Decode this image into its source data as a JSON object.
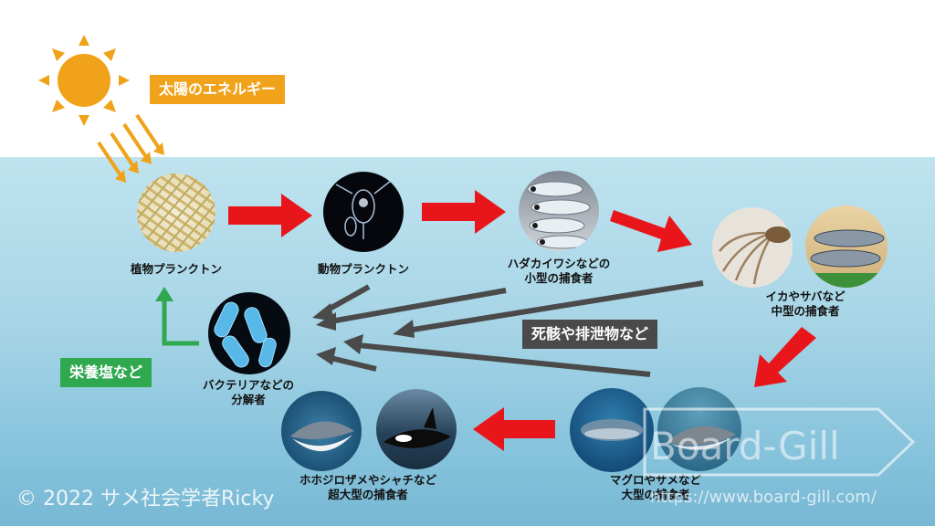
{
  "labels": {
    "sun_energy": "太陽のエネルギー",
    "nutrients": "栄養塩など",
    "remains": "死骸や排泄物など"
  },
  "nodes": [
    {
      "id": "phytoplankton",
      "lines": [
        "植物プランクトン"
      ]
    },
    {
      "id": "zooplankton",
      "lines": [
        "動物プランクトン"
      ]
    },
    {
      "id": "small_predators",
      "lines": [
        "ハダカイワシなどの",
        "小型の捕食者"
      ]
    },
    {
      "id": "mid_predators",
      "lines": [
        "イカやサバなど",
        "中型の捕食者"
      ]
    },
    {
      "id": "large_predators",
      "lines": [
        "マグロやサメなど",
        "大型の捕食者"
      ]
    },
    {
      "id": "apex_predators",
      "lines": [
        "ホホジロザメやシャチなど",
        "超大型の捕食者"
      ]
    },
    {
      "id": "bacteria",
      "lines": [
        "バクテリアなどの",
        "分解者"
      ]
    }
  ],
  "watermark": {
    "copyright": "© 2022 サメ社会学者Ricky",
    "brand": "Board-Gill",
    "url": "https://www.board-gill.com/"
  },
  "colors": {
    "sun": "#f0a21a",
    "flow_arrow": "#e8161b",
    "return_arrow": "#4a4a4a",
    "nutrient_arrow": "#2fa84f",
    "sea_top": "#bfe3ef",
    "sea_bottom": "#78b8d4"
  }
}
